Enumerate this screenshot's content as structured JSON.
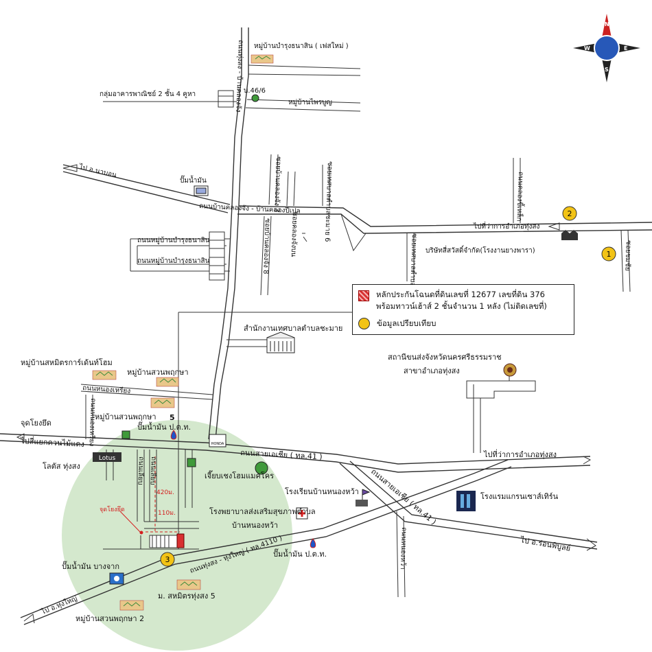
{
  "labels": {
    "village_top": "หมู่บ้านบำรุงธนาสิน ( เฟสใหม่ )",
    "commercial": "กลุ่มอาคารพาณิชย์ 2 ชั้น 4 คูหา",
    "b46": "บ.46/6",
    "village_phaibun": "หมู่บ้านไพรบูญ",
    "to_naborn": "ไป อ.นาบอน",
    "fuel_top": "ปั๊มน้ำมัน",
    "road_khlongchang": "ถนนบ้านคลองจัง - บ้านคลองปีเปล",
    "soi_3": "ซอยบ้านคลองจัง 3",
    "soi_8": "ซอยบ้านคลองจัง 8",
    "soi_6": "ซอยเทศบาลตำบลชะมาย 6",
    "soi_2": "ซอยเทศบาลตำบลชะมาย 2",
    "soi_khlongjang_upper": "ซอยคลองจังบน",
    "road_bamrung1": "ถนนหมู่บ้านบำรุงธนาสิน",
    "road_bamrung2": "ถนนหมู่บ้านบำรุงธนาสิน",
    "to_amphoe_1": "ไปที่ว่าการอำเภอทุ่งสง",
    "company": "บริษัทสี่สวัสดิ์จำกัด(โรงงานยางพารา)",
    "road_ban_khlong": "ถนนคลองขี้เหล็ก",
    "soi_chomchai": "ซอยชมชัย",
    "municipal": "สำนักงานเทศบาลตำบลชะมาย",
    "village_sahamit_center": "หมู่บ้านสหมิตรการ์เด้นท์โฮม",
    "village_suan1": "หมู่บ้านสวนพฤกษา",
    "road_nonghuangrieng": "ถนนหนองเหรียง",
    "village_suan5": "หมู่บ้านสวนพฤกษา",
    "number5": "5",
    "junction_yong": "จุดโยงยึด",
    "to_khuanmaidaeng": "ไปสี่แยกควนไม้แดง",
    "fuel_ptt1": "ปั๊มน้ำมัน ป.ต.ท.",
    "road_asia": "ถนนสายเอเชีย ( ทล.41 )",
    "lotus_label": "โลตัส ทุ่งสง",
    "lotus_sign": "Lotus",
    "honda": "HONDA",
    "to_amphoe_2": "ไปที่ว่าการอำเภอทุ่งสง",
    "station_police": "สถานีขนส่งจังหวัดนครศรีธรรมราช",
    "station_police2": "สาขาอำเภอทุ่งสง",
    "jiab": "เจี๊ยบเชงโฮมแมคโคร",
    "school": "โรงเรียนบ้านหนองหว้า",
    "hotel": "โรงแรมแกรนเซาส์เทิร์น",
    "hospital1": "โรงพยาบาลส่งเสริมสุขภาพตำบล",
    "hospital2": "บ้านหนองหว้า",
    "road_asia2": "ถนนสายเอเชีย ( ทล.41 )",
    "road_4110": "ถนนทุ่งสง - ทุ่งใหญ่ ( ทล.4110 )",
    "fuel_ptt2": "ปั๊มน้ำมัน ป.ต.ท.",
    "to_ronphibun": "ไป อ.ร่อนพิบูลย์",
    "road_nonghua": "ถนนหนองหว้า",
    "fuel_bangchak": "ปั๊มน้ำมัน บางจาก",
    "sahamit5": "ม. สหมิตรทุ่งสง 5",
    "to_thungyai": "ไป อ.ทุ่งใหญ่",
    "village_suan2": "หมู่บ้านสวนพฤกษา 2",
    "junction_yong2": "จุดโยงยึด",
    "dist_420": "420ม.",
    "dist_110": "110ม.",
    "side_road_1": "ถนนเลียบ",
    "side_road_2": "ถนนเลียบ",
    "road_nonghuang_soi": "ถนนหนองเหรียง",
    "main_north_road": "ถนนทุ่งสง - บ้านคลองจัง"
  },
  "markers": {
    "m1": "1",
    "m2": "2",
    "m3": "3"
  },
  "legend": {
    "collateral_line1": "หลักประกันโฉนดที่ดินเลขที่ 12677 เลขที่ดิน 376",
    "collateral_line2": "พร้อมทาวน์เฮ้าส์ 2 ชั้นจำนวน 1 หลัง (ไม่ติดเลขที่)",
    "comparison": "ข้อมูลเปรียบเทียบ"
  },
  "compass": {
    "n": "N",
    "e": "E",
    "s": "S",
    "w": "W"
  },
  "colors": {
    "highlight_area": "#cfe6c8",
    "comparison_marker": "#f2c316",
    "collateral": "#d83030",
    "green_marker": "#3f9a3a"
  }
}
